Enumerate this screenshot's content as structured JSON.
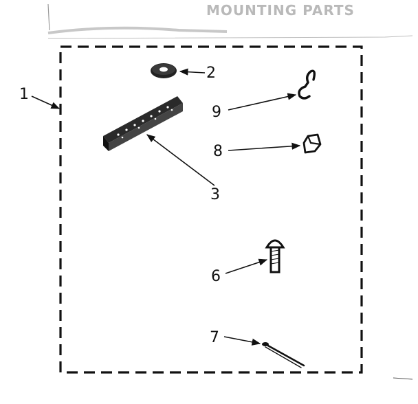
{
  "header": {
    "title": "MOUNTING PARTS"
  },
  "callouts": [
    {
      "id": "1",
      "label": "1"
    },
    {
      "id": "2",
      "label": "2"
    },
    {
      "id": "3",
      "label": "3"
    },
    {
      "id": "6",
      "label": "6"
    },
    {
      "id": "7",
      "label": "7"
    },
    {
      "id": "8",
      "label": "8"
    },
    {
      "id": "9",
      "label": "9"
    }
  ],
  "parts": [
    {
      "id": "2",
      "icon": "washer-icon"
    },
    {
      "id": "3",
      "icon": "mounting-bracket-icon"
    },
    {
      "id": "6",
      "icon": "bolt-icon"
    },
    {
      "id": "7",
      "icon": "cotter-pin-icon"
    },
    {
      "id": "8",
      "icon": "clip-icon"
    },
    {
      "id": "9",
      "icon": "hook-icon"
    }
  ]
}
